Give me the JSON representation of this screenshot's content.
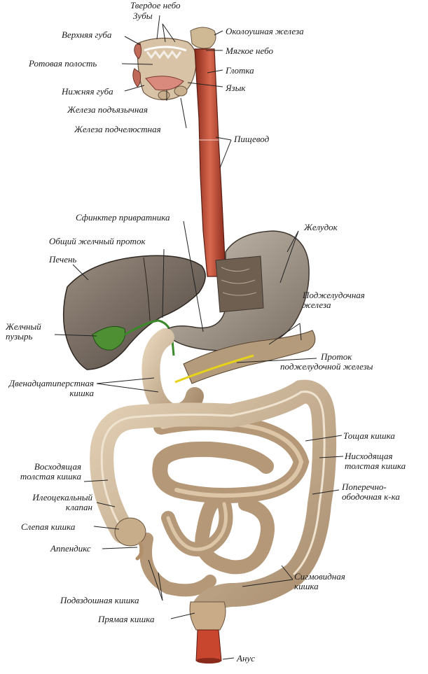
{
  "labels": {
    "hard_palate": "Твердое небо",
    "teeth": "Зубы",
    "upper_lip": "Верхняя губа",
    "parotid_gland": "Околоушная железа",
    "oral_cavity": "Ротовая полость",
    "soft_palate": "Мягкое небо",
    "pharynx": "Глотка",
    "tongue": "Язык",
    "lower_lip": "Нижняя губа",
    "sublingual_gland": "Железа подъязычная",
    "submandibular_gland": "Железа подчелюстная",
    "esophagus": "Пищевод",
    "pyloric_sphincter": "Сфинктер привратника",
    "common_bile_duct": "Общий желчный проток",
    "stomach": "Желудок",
    "liver": "Печень",
    "pancreas_1": "Поджелудочная",
    "pancreas_2": "железа",
    "gallbladder_1": "Желчный",
    "gallbladder_2": "пузырь",
    "pancreatic_duct_1": "Проток",
    "pancreatic_duct_2": "поджелудочной железы",
    "duodenum_1": "Двенадцатиперстная",
    "duodenum_2": "кишка",
    "jejunum": "Тощая кишка",
    "descending_colon_1": "Нисходящая",
    "descending_colon_2": "толстая кишка",
    "ascending_colon_1": "Восходящая",
    "ascending_colon_2": "толстая кишка",
    "transverse_colon_1": "Поперечно-",
    "transverse_colon_2": "ободочная к-ка",
    "ileocecal_valve_1": "Илеоцекальный",
    "ileocecal_valve_2": "клапан",
    "cecum": "Слепая кишка",
    "appendix": "Аппендикс",
    "sigmoid_colon_1": "Сигмовидная",
    "sigmoid_colon_2": "кишка",
    "ileum": "Подвздошная кишка",
    "rectum": "Прямая кишка",
    "anus": "Анус"
  },
  "colors": {
    "organ_fill": "#cdb79a",
    "organ_dark": "#8a6f55",
    "esophagus": "#c9523c",
    "bile": "#3a8a2a",
    "pancreatic_duct": "#e6d21a",
    "leader": "#222222"
  }
}
